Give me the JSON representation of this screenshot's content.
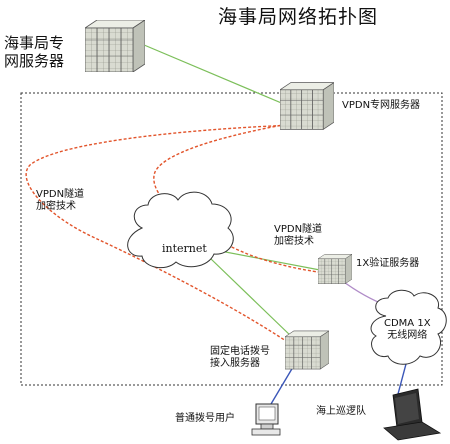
{
  "title": "海事局网络拓扑图",
  "nodes": {
    "msa_private_server": "海事局专\n网服务器",
    "vpdn_server": "VPDN专网服务器",
    "tunnel_left": "VPDN隧道\n加密技术",
    "tunnel_right": "VPDN隧道\n加密技术",
    "internet": "internet",
    "auth_1x": "1X验证服务器",
    "cdma": "CDMA 1X\n无线网络",
    "dialup_server": "固定电话拨号\n接入服务器",
    "dialup_user": "普通拨号用户",
    "patrol": "海上巡逻队"
  }
}
